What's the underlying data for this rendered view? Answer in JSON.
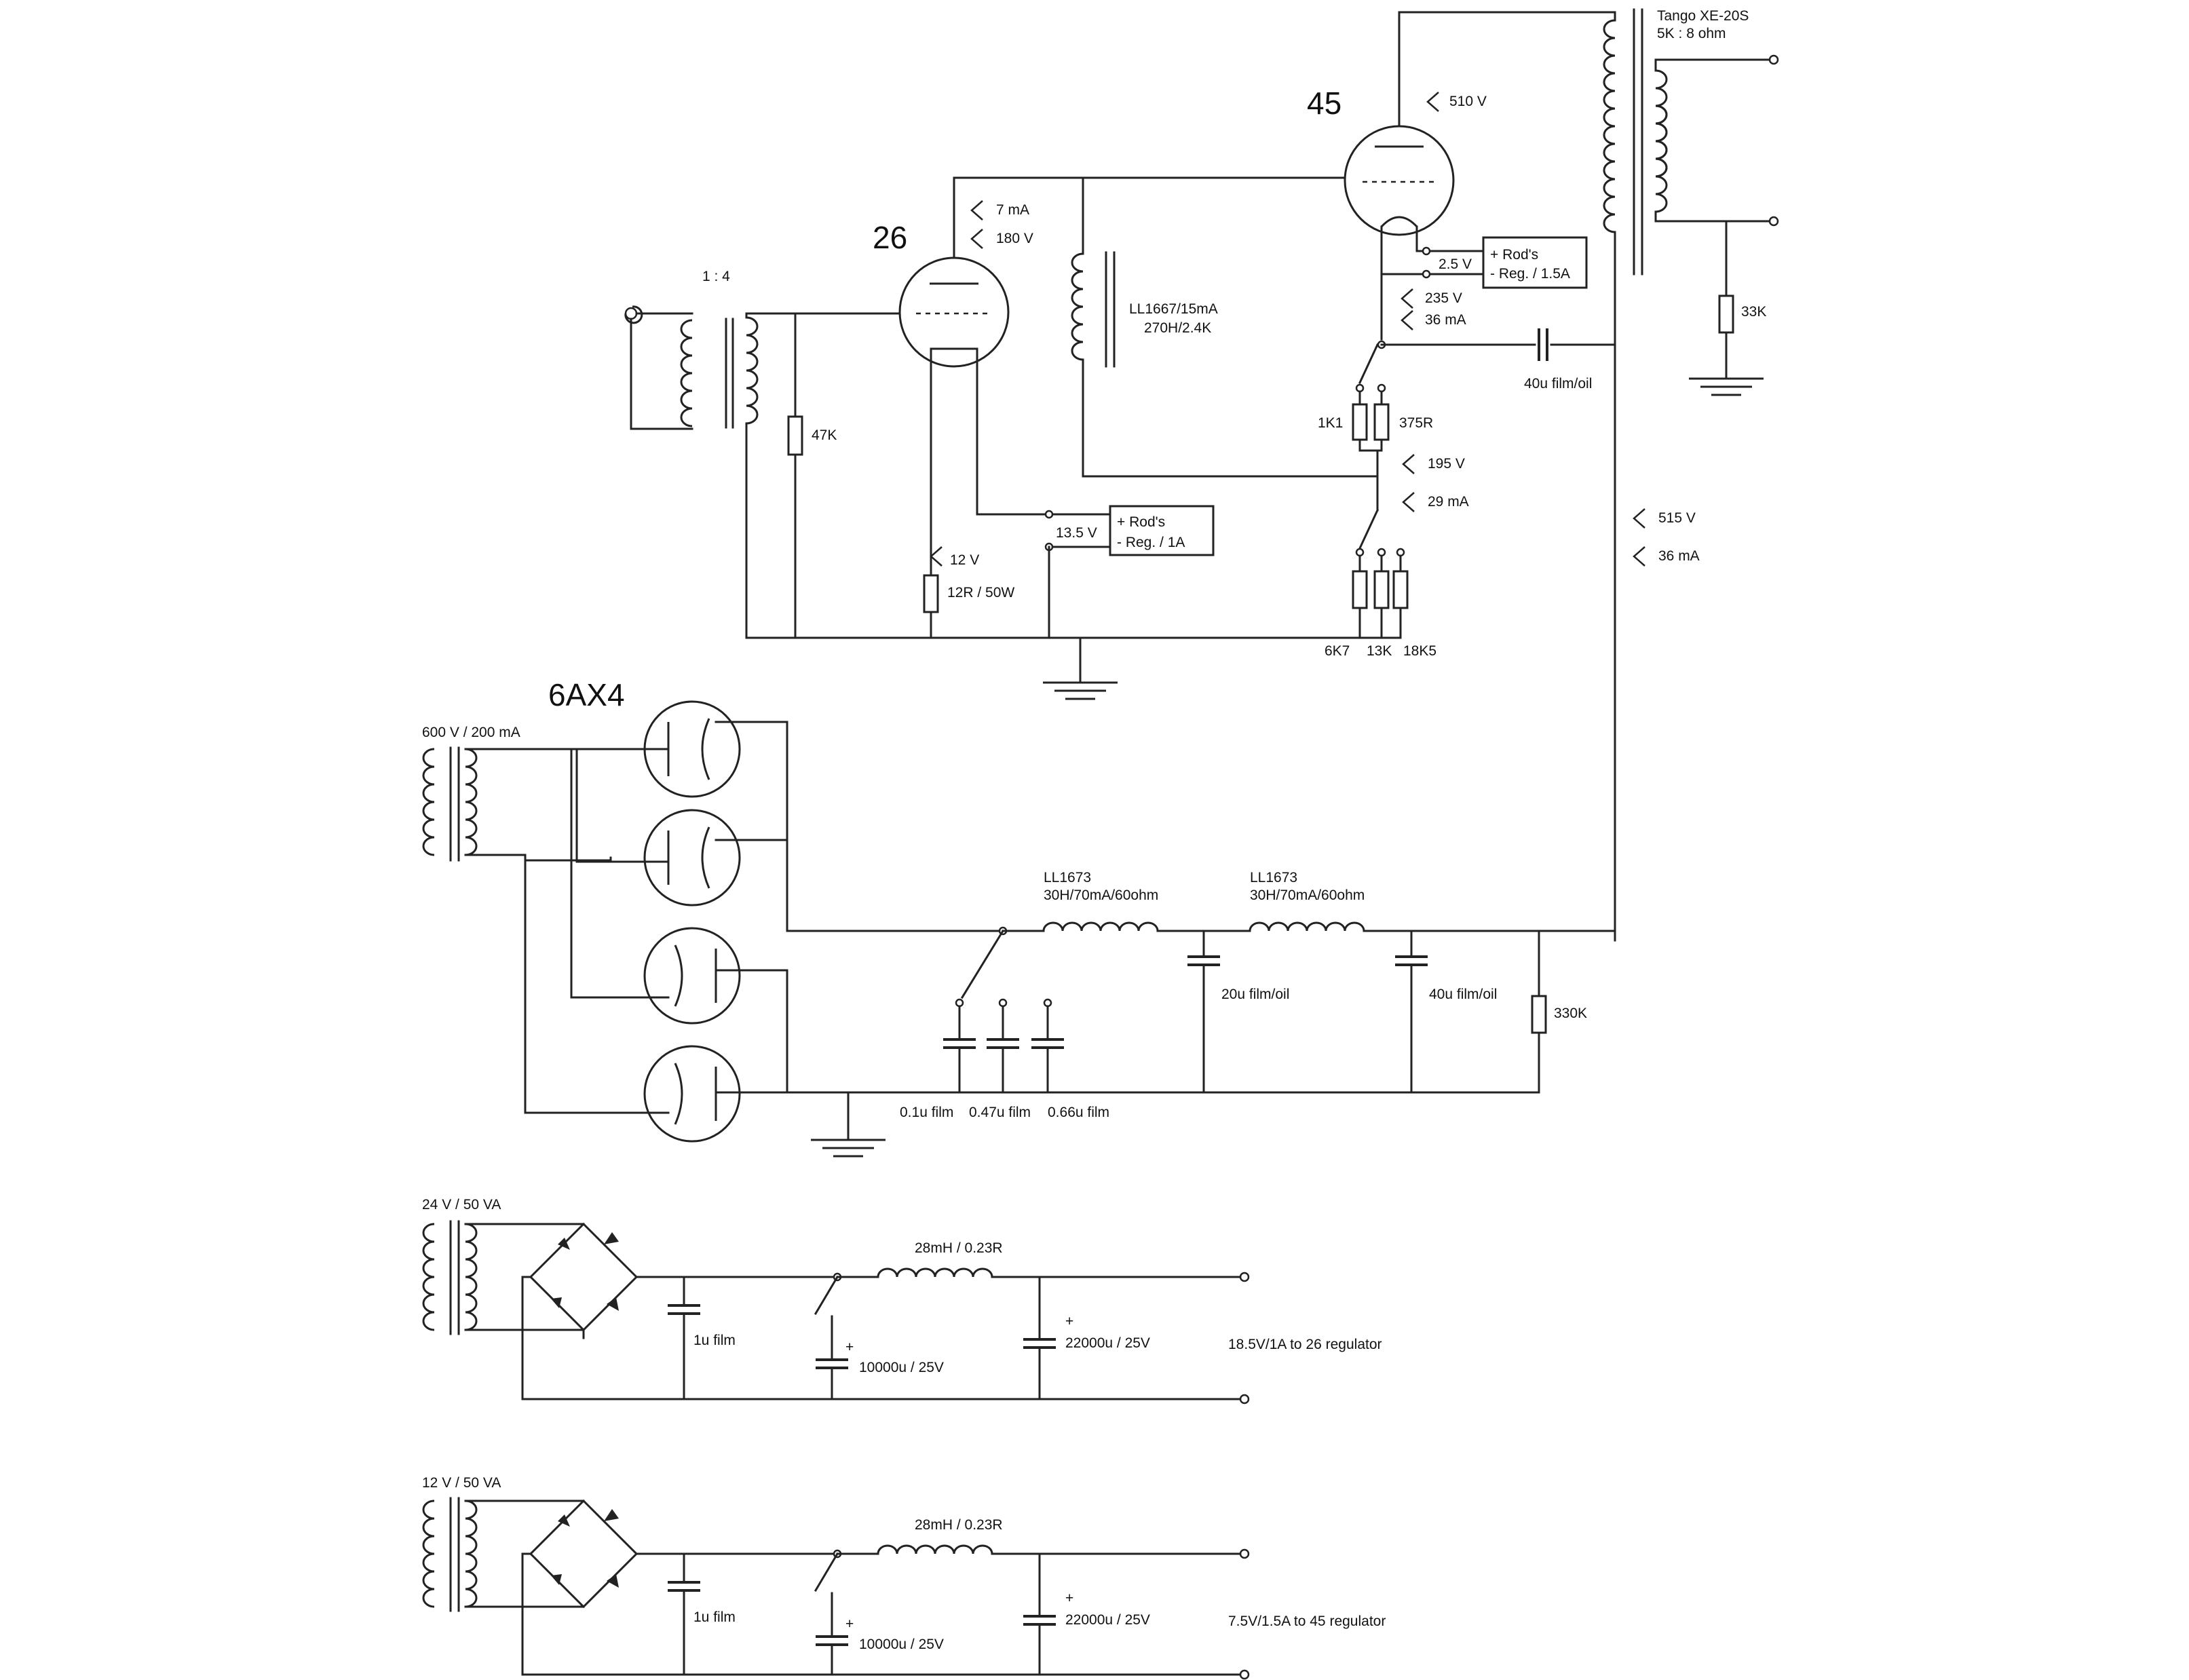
{
  "labels": {
    "tube_26": "26",
    "tube_45": "45",
    "tube_6ax4": "6AX4",
    "input_ratio": "1 : 4",
    "output_xfmr_name": "Tango XE-20S",
    "output_xfmr_ratio": "5K : 8 ohm",
    "r_33k": "33K",
    "choke_ll1667_a": "LL1667/15mA",
    "choke_ll1667_b": "270H/2.4K",
    "r_47k": "47K",
    "r_12r": "12R / 50W",
    "reg26_a": "+ Rod's",
    "reg26_b": "-  Reg. / 1A",
    "reg45_a": "+ Rod's",
    "reg45_b": "-  Reg. / 1.5A",
    "v_13_5": "13.5 V",
    "v_2_5": "2.5 V",
    "r_1k1": "1K1",
    "r_375r": "375R",
    "r_6k7": "6K7",
    "r_13k": "13K",
    "r_18k5": "18K5",
    "c_40u_coupling": "40u film/oil",
    "psu_xfmr_hv": "600 V / 200 mA",
    "choke1_a": "LL1673",
    "choke1_b": "30H/70mA/60ohm",
    "choke2_a": "LL1673",
    "choke2_b": "30H/70mA/60ohm",
    "c_20u": "20u film/oil",
    "c_40u_psu": "40u film/oil",
    "r_330k": "330K",
    "c_0_1u": "0.1u film",
    "c_0_47u": "0.47u film",
    "c_0_66u": "0.66u film",
    "psu24_xfmr": "24 V / 50 VA",
    "psu24_choke": "28mH / 0.23R",
    "psu24_c1": "1u film",
    "psu24_c2": "10000u / 25V",
    "psu24_c3": "22000u / 25V",
    "psu24_out": "18.5V/1A to 26 regulator",
    "psu12_xfmr": "12 V / 50 VA",
    "psu12_choke": "28mH / 0.23R",
    "psu12_c1": "1u film",
    "psu12_c2": "10000u / 25V",
    "psu12_c3": "22000u / 25V",
    "psu12_out": "7.5V/1.5A to 45 regulator",
    "plus": "+"
  },
  "annotations": {
    "v_510": "510 V",
    "i_7ma": "7 mA",
    "v_180": "180 V",
    "v_235": "235 V",
    "i_36ma_top": "36 mA",
    "v_195": "195 V",
    "i_29ma": "29 mA",
    "v_12": "12 V",
    "v_515": "515 V",
    "i_36ma_rail": "36 mA"
  }
}
